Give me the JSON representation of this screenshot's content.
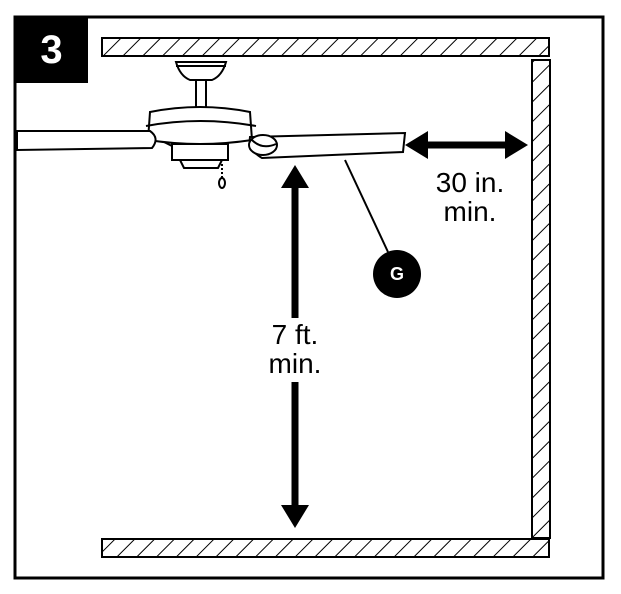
{
  "step": {
    "number": "3"
  },
  "callout": {
    "label": "G"
  },
  "dimensions": {
    "clearance_wall": {
      "line1": "30 in.",
      "line2": "min."
    },
    "clearance_floor": {
      "line1": "7 ft.",
      "line2": "min."
    }
  }
}
